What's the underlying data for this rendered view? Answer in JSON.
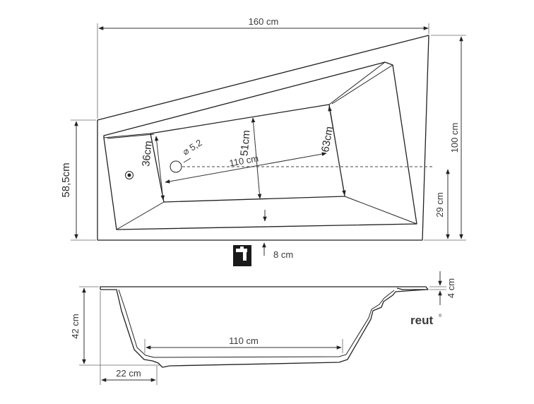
{
  "top_view": {
    "width_label": "160 cm",
    "height_label": "100 cm",
    "left_height_label": "58,5cm",
    "right_lower_label": "29 cm",
    "inner_left_label": "36cm",
    "inner_mid_label": "51cm",
    "inner_right_label": "63cm",
    "drain_label": "⌀ 5,2",
    "inner_length_label": "110 cm",
    "faucet_offset_label": "8 cm",
    "faucet_icon": "faucet-icon"
  },
  "side_view": {
    "height_label": "42 cm",
    "rim_label": "4 cm",
    "inner_length_label": "110 cm",
    "foot_label": "22 cm"
  },
  "brand": {
    "name": "reut",
    "mark": "®"
  }
}
